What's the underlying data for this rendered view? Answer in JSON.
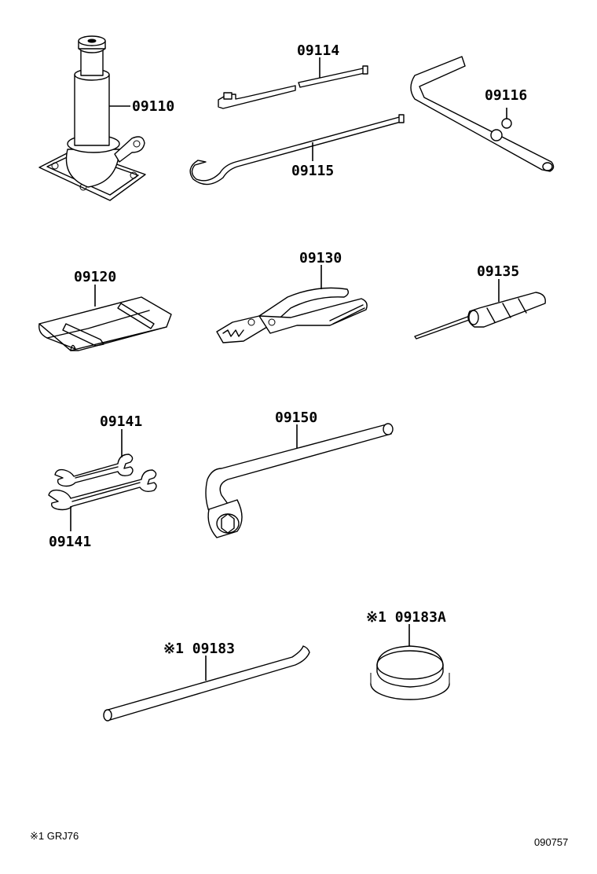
{
  "parts": {
    "jack": "09110",
    "handle_extension": "09114",
    "jack_handle": "09115",
    "crank_handle": "09116",
    "tool_bag": "09120",
    "pliers": "09130",
    "screwdriver": "09135",
    "wrench_upper": "09141",
    "wrench_lower": "09141",
    "wheel_nut_wrench": "09150",
    "tire_lever": "※1 09183",
    "tire_cap": "※1 09183A"
  },
  "footnote": "※1 GRJ76",
  "figure_code": "090757"
}
